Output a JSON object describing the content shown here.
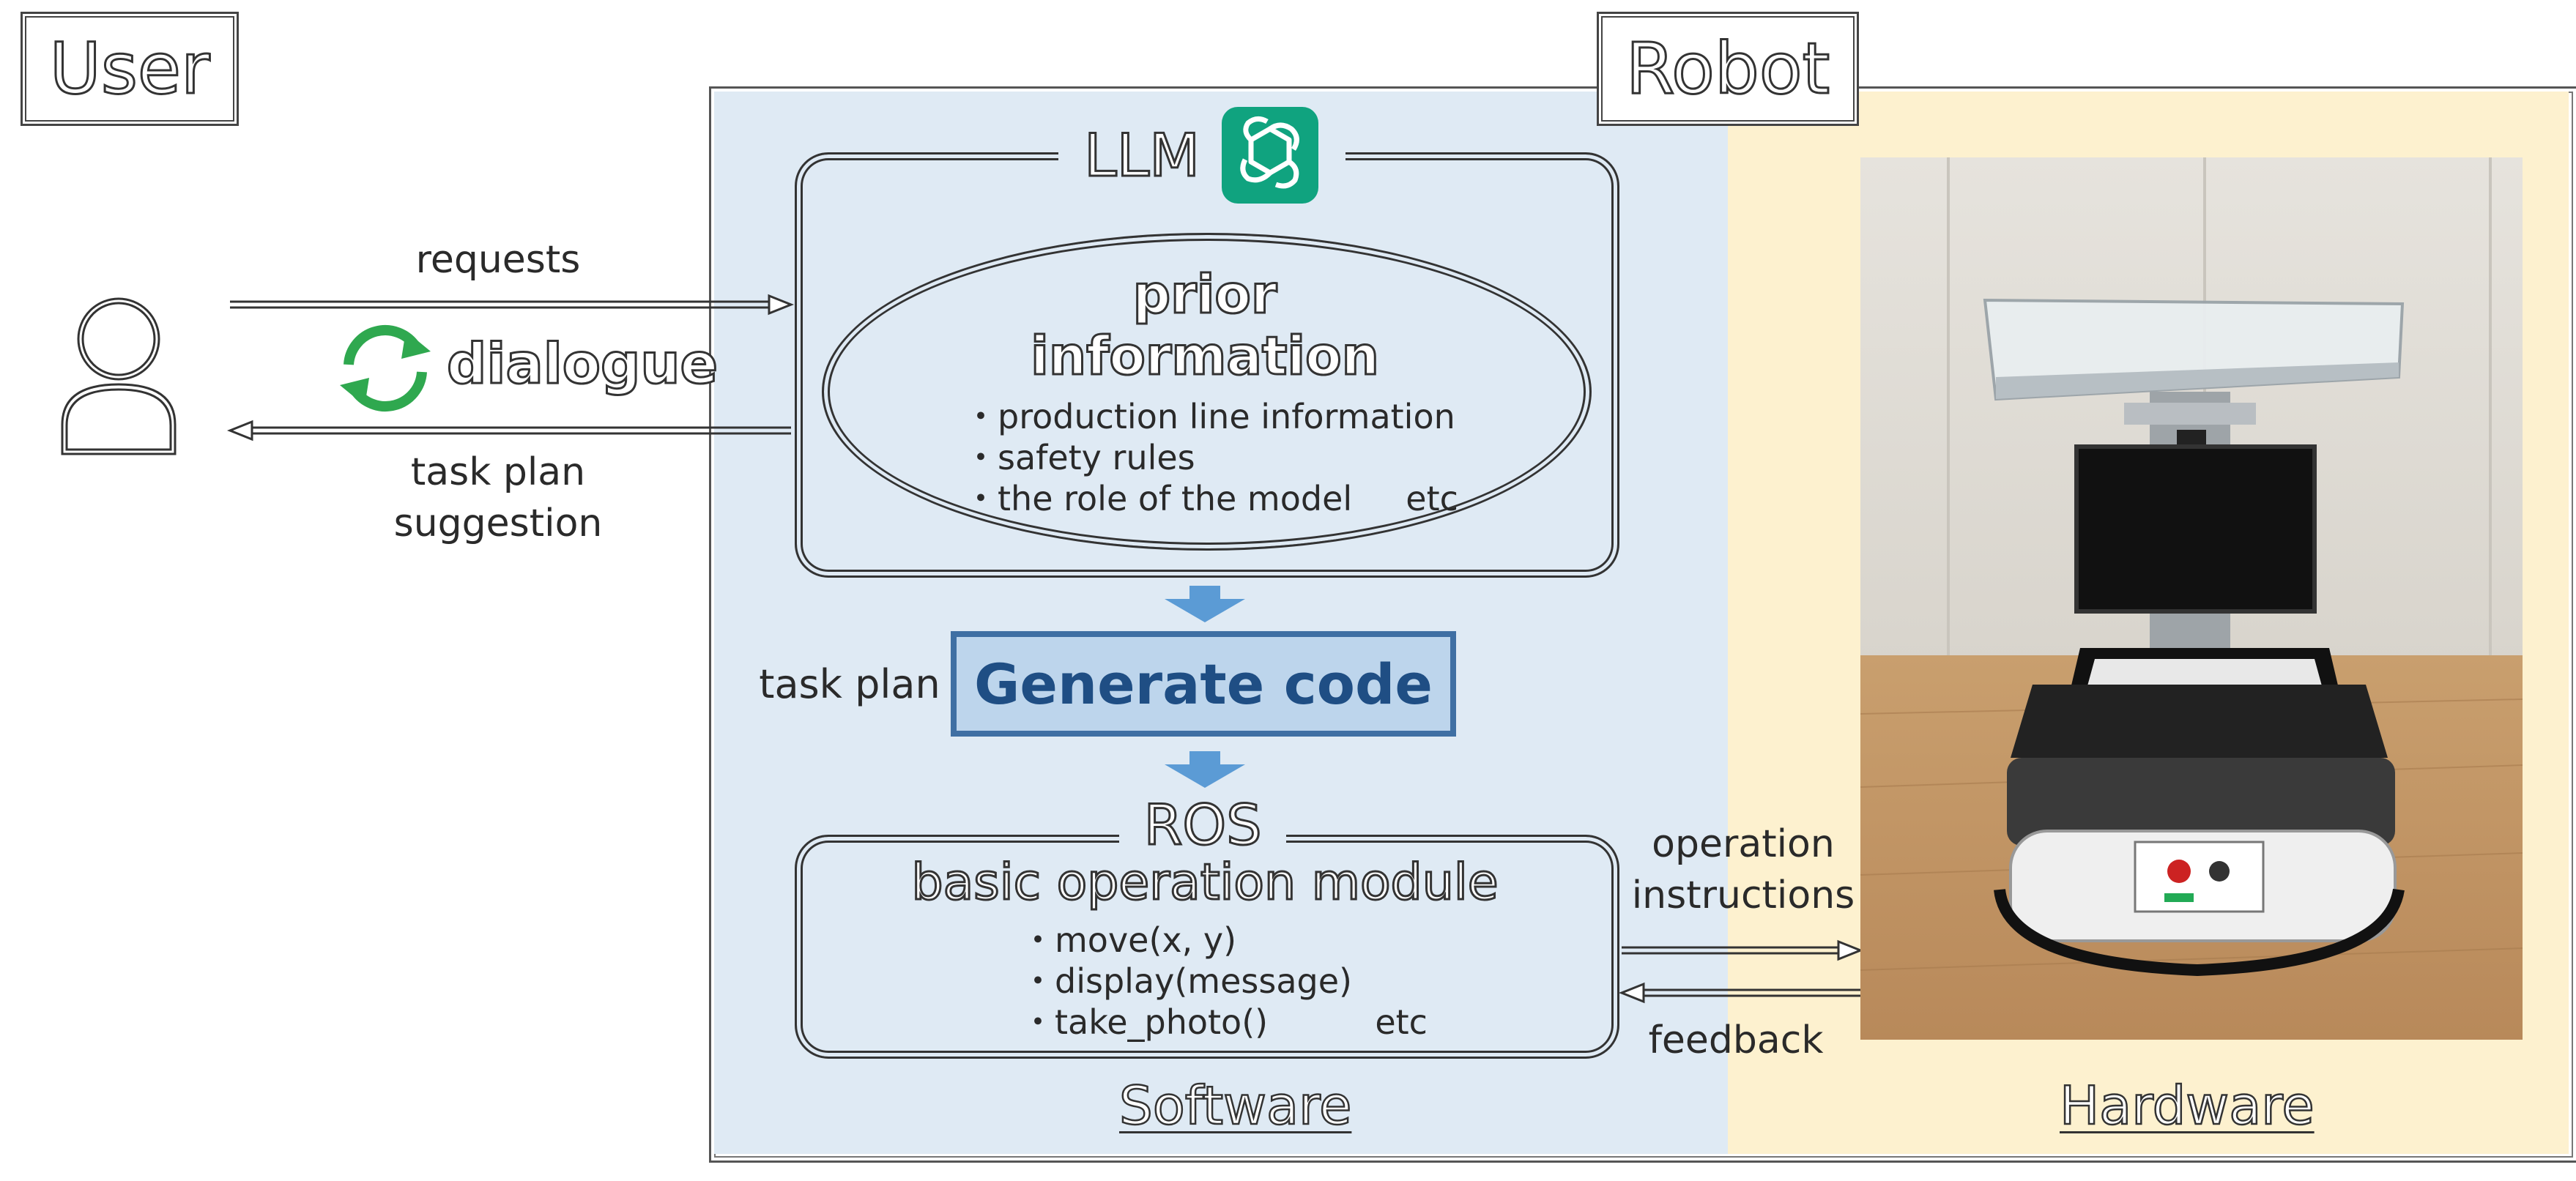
{
  "user_label": "User",
  "robot_label": "Robot",
  "flows": {
    "requests": "requests",
    "dialogue": "dialogue",
    "task_plan_suggestion_line1": "task plan",
    "task_plan_suggestion_line2": "suggestion",
    "task_plan": "task plan",
    "operation_instructions_line1": "operation",
    "operation_instructions_line2": "instructions",
    "feedback": "feedback"
  },
  "llm": {
    "title": "LLM",
    "prior_information_line1": "prior",
    "prior_information_line2": "information",
    "items": [
      "・production line information",
      "・safety rules",
      "・the role of the model     etc"
    ]
  },
  "generate_code": "Generate code",
  "ros": {
    "title": "ROS",
    "module_title": "basic operation module",
    "items": [
      "・move(x, y)",
      "・display(message)",
      "・take_photo()          etc"
    ]
  },
  "sections": {
    "software": "Software",
    "hardware": "Hardware"
  },
  "colors": {
    "software_bg": "#dfeaf4",
    "hardware_bg": "#fdf1cf",
    "generate_code_fill": "#bdd5ec",
    "generate_code_border": "#3f6fa3",
    "arrow_blue": "#5b9bd5",
    "dialogue_green": "#2fa84f",
    "llm_icon_green": "#10a37f"
  }
}
